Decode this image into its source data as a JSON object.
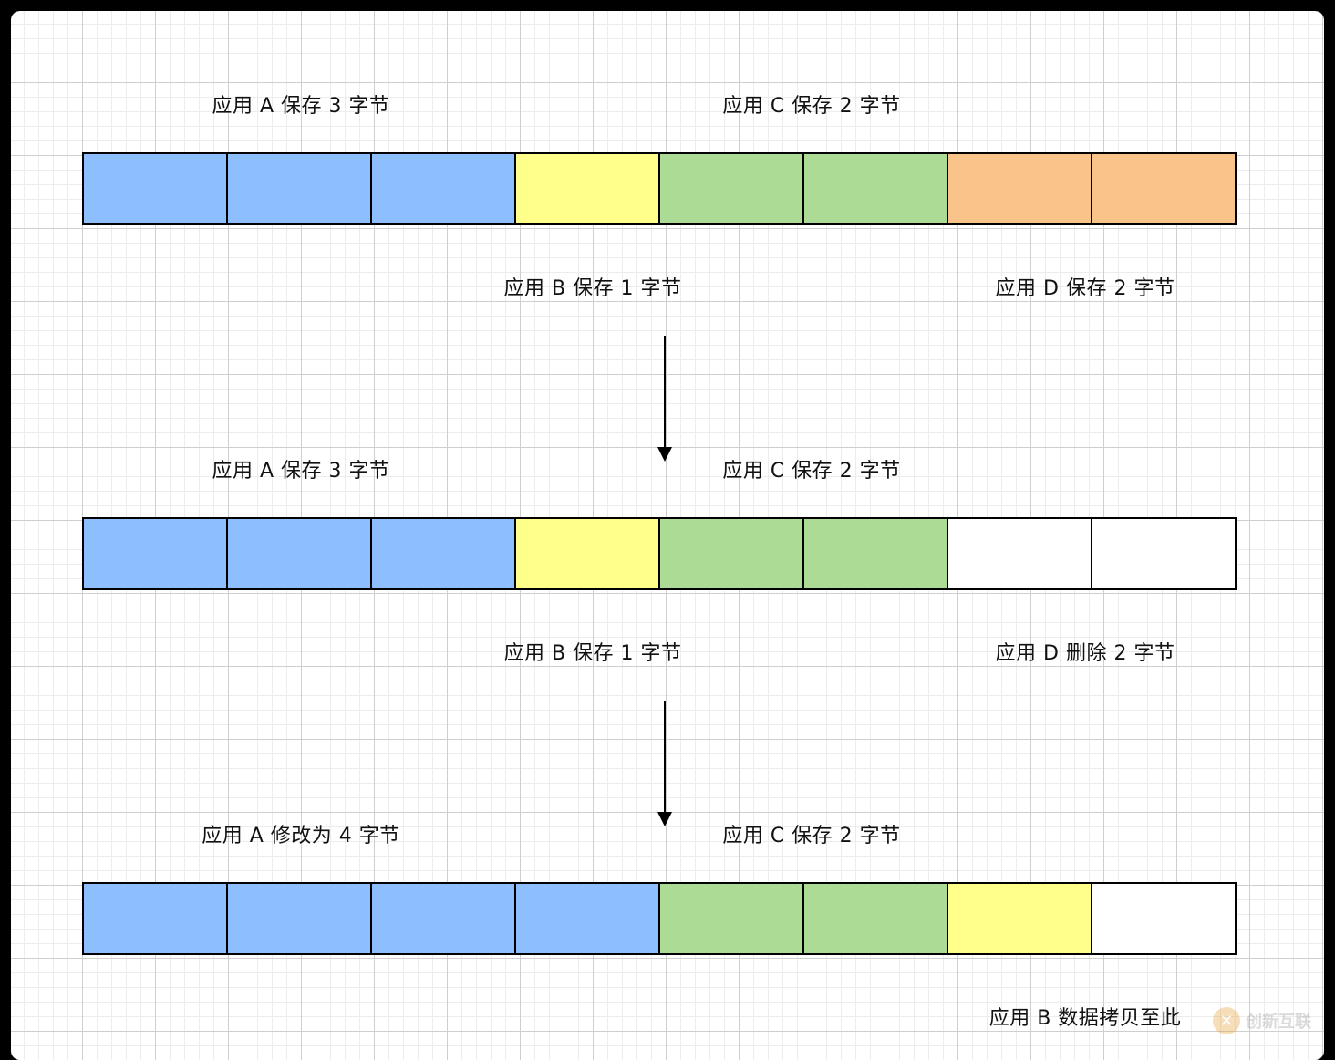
{
  "colors": {
    "app_a": "#8dbefe",
    "app_b": "#ffff8a",
    "app_c": "#acdb95",
    "app_d": "#f8c48a",
    "empty": "#ffffff"
  },
  "stage1": {
    "label_a": "应用 A 保存 3 字节",
    "label_c": "应用 C 保存 2 字节",
    "label_b": "应用 B 保存 1 字节",
    "label_d": "应用 D 保存 2 字节",
    "cells": [
      "app_a",
      "app_a",
      "app_a",
      "app_b",
      "app_c",
      "app_c",
      "app_d",
      "app_d"
    ]
  },
  "stage2": {
    "label_a": "应用 A 保存 3 字节",
    "label_c": "应用 C 保存 2 字节",
    "label_b": "应用 B 保存 1 字节",
    "label_d": "应用 D 删除 2 字节",
    "cells": [
      "app_a",
      "app_a",
      "app_a",
      "app_b",
      "app_c",
      "app_c",
      "empty",
      "empty"
    ]
  },
  "stage3": {
    "label_a": "应用 A 修改为 4 字节",
    "label_c": "应用 C 保存 2 字节",
    "label_b": "应用 B 数据拷贝至此",
    "cells": [
      "app_a",
      "app_a",
      "app_a",
      "app_a",
      "app_c",
      "app_c",
      "app_b",
      "empty"
    ]
  },
  "watermark": {
    "logo_glyph": "✕",
    "text": "创新互联"
  }
}
